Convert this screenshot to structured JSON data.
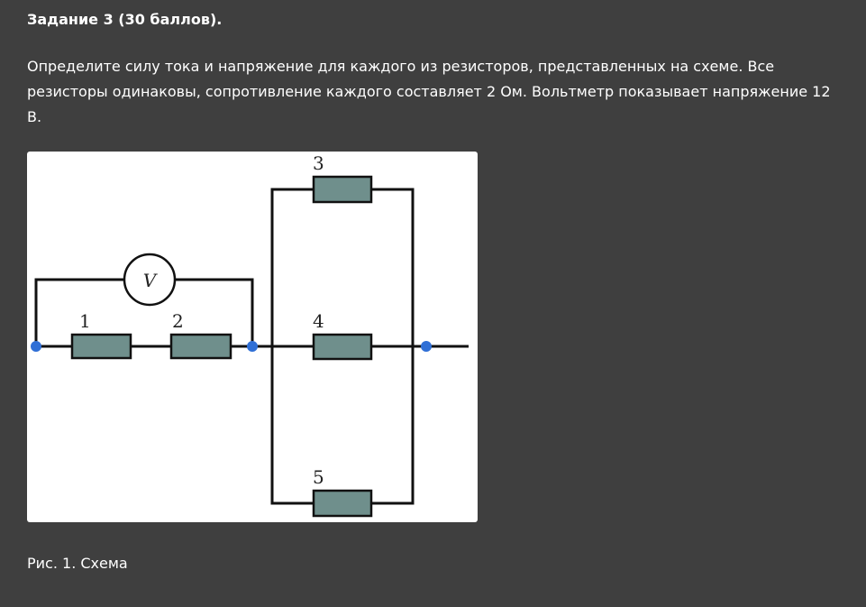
{
  "task": {
    "title": "Задание 3 (30 баллов).",
    "text": "Определите силу тока и напряжение для каждого из резисторов, представленных на схеме. Все резисторы одинаковы, сопротивление каждого составляет 2 Ом. Вольтметр показывает напряжение 12 В."
  },
  "diagram": {
    "voltmeter_label": "V",
    "resistor_labels": {
      "r1": "1",
      "r2": "2",
      "r3": "3",
      "r4": "4",
      "r5": "5"
    },
    "colors": {
      "wire": "#111111",
      "resistor_fill": "#6f8f8c",
      "node": "#2f6fd6"
    }
  },
  "caption": "Рис. 1. Схема"
}
